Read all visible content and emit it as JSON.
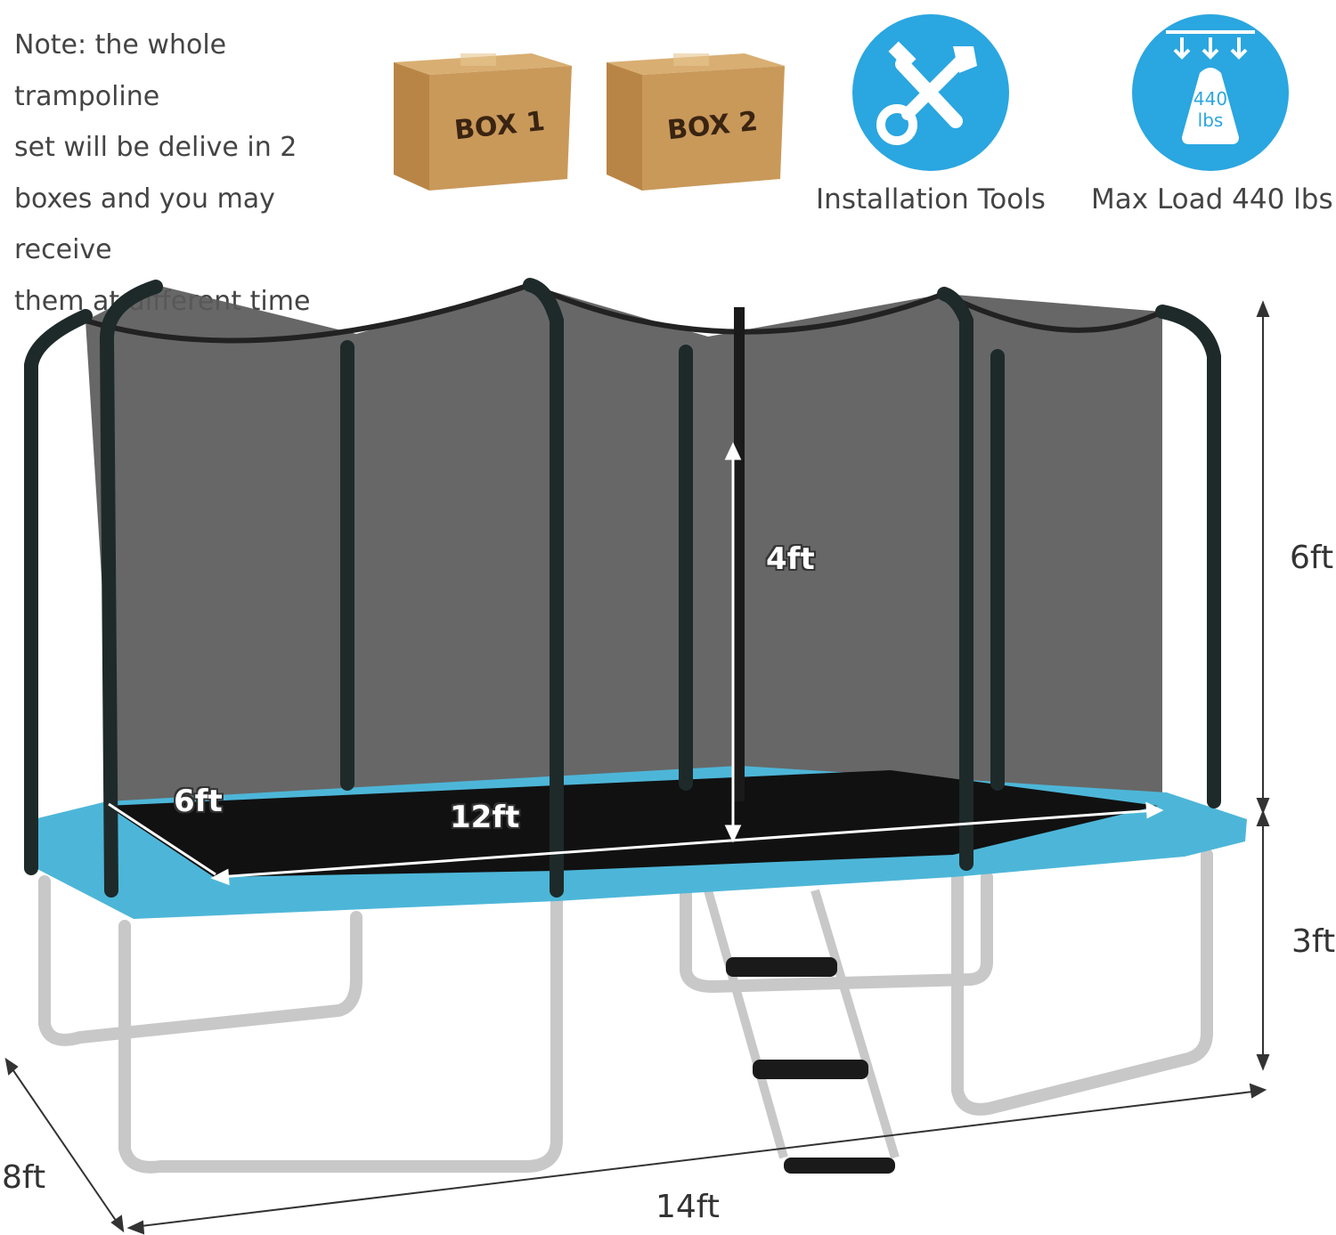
{
  "note": {
    "lines": [
      "Note: the whole trampoline",
      "set will be delive in 2",
      "boxes and you may receive",
      "them at different time"
    ]
  },
  "boxes": [
    {
      "label": "BOX 1"
    },
    {
      "label": "BOX 2"
    }
  ],
  "features": [
    {
      "label": "Installation Tools",
      "icon": "tools-icon"
    },
    {
      "label": "Max Load 440 lbs",
      "icon": "weight-icon",
      "icon_text_top": "440",
      "icon_text_bottom": "lbs"
    }
  ],
  "dimensions": {
    "net_height": "4ft",
    "total_height": "6ft",
    "frame_height": "3ft",
    "mat_width": "6ft",
    "mat_length": "12ft",
    "overall_width": "8ft",
    "overall_length": "14ft"
  },
  "colors": {
    "accent_blue": "#2aa6e0",
    "pad_blue": "#4db6d8",
    "box_brown": "#c9995a"
  }
}
